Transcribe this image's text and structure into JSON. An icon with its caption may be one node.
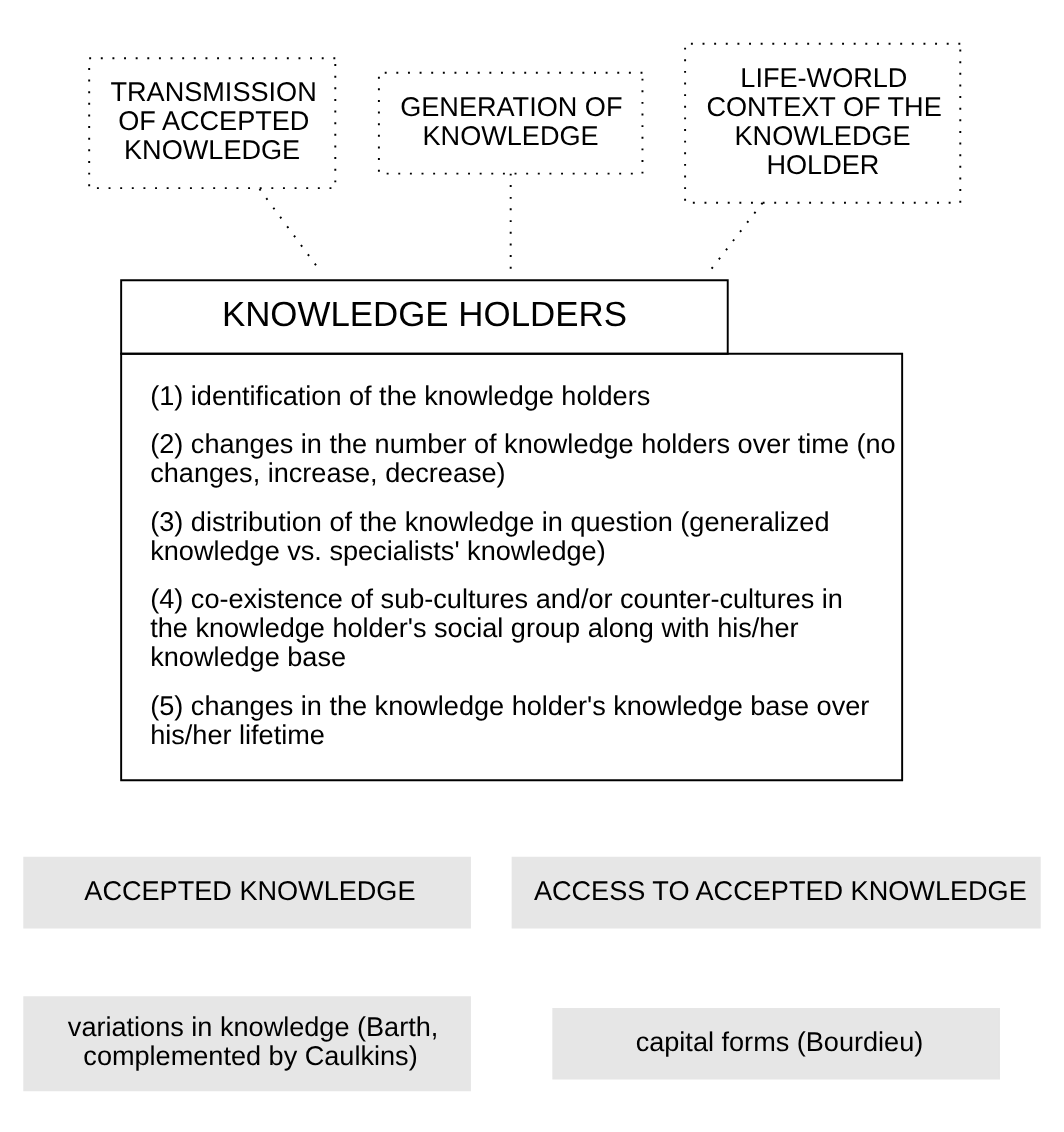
{
  "diagram": {
    "nodes": [
      {
        "text": [
          "TRANSMISSION OF ACCEPTED KNOWLEDGE"
        ]
      },
      {
        "text": [
          "GENERATION OF KNOWLEDGE"
        ]
      },
      {
        "text": [
          "LIFE-WORLD CONTEXT OF THE KNOWLEDGE HOLDER"
        ]
      },
      {
        "text": [
          "KNOWLEDGE HOLDERS",
          "(1) identification of the knowledge holders",
          "(2) changes in the number of knowledge holders over time (no changes, increase, decrease)",
          "(3) distribution of the knowledge in question (generalized knowledge vs. specialists' knowledge)",
          "(4) co-existence of sub-cultures and/or counter-cultures in the knowledge holder's social group along with his/her knowledge base",
          "(5) changes in the knowledge holder's knowledge base over his/her lifetime"
        ]
      },
      {
        "text": [
          "ACCEPTED KNOWLEDGE"
        ]
      },
      {
        "text": [
          "ACCESS TO ACCEPTED KNOWLEDGE"
        ]
      },
      {
        "text": [
          "variations in knowledge (Barth, complemented by Caulkins)"
        ]
      },
      {
        "text": [
          "capital forms (Bourdieu)"
        ]
      }
    ],
    "edges": [
      {
        "from": 0,
        "to": 3,
        "arrow": "none",
        "style": "dashed"
      },
      {
        "from": 1,
        "to": 3,
        "arrow": "none",
        "style": "dashed"
      },
      {
        "from": 2,
        "to": 3,
        "arrow": "none",
        "style": "dashed"
      }
    ]
  }
}
